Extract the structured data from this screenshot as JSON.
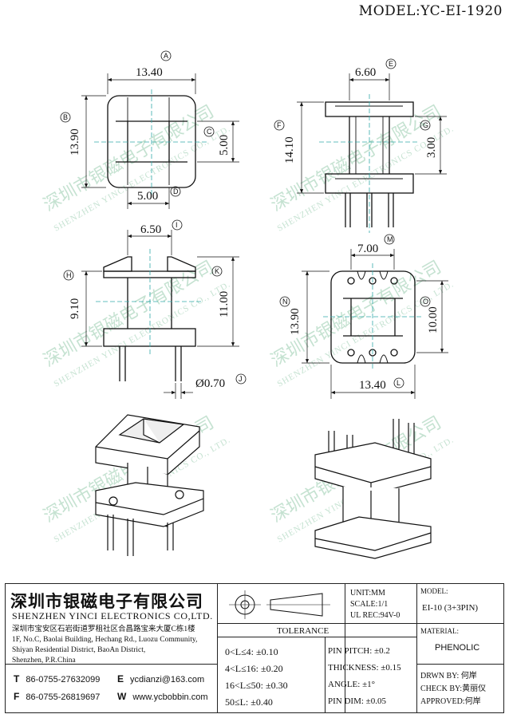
{
  "header": {
    "model_label": "MODEL:",
    "model_value": "YC-EI-1920"
  },
  "dimensions": {
    "top_width": "13.40",
    "top_height": "13.90",
    "top_center": "5.00",
    "top_bottom": "5.00",
    "side_width": "6.60",
    "side_height": "14.10",
    "side_right": "3.00",
    "front_width": "6.50",
    "front_left": "9.10",
    "front_right": "11.00",
    "pin_dia": "Ø0.70",
    "bottom_width_top": "7.00",
    "bottom_height": "13.90",
    "bottom_right": "10.00",
    "bottom_width": "13.40"
  },
  "markers": {
    "A": "A",
    "B": "B",
    "C": "C",
    "D": "D",
    "E": "E",
    "F": "F",
    "G": "G",
    "H": "H",
    "I": "I",
    "J": "J",
    "K": "K",
    "L": "L",
    "M": "M",
    "N": "N",
    "O": "O"
  },
  "watermark": {
    "cn": "深圳市银磁电子有限公司",
    "en": "SHENZHEN YINCI ELECTRONICS CO., LTD."
  },
  "title_block": {
    "company_cn": "深圳市银磁电子有限公司",
    "company_en": "SHENZHEN YINCI ELECTRONICS CO,LTD.",
    "address_cn": "深圳市宝安区石岩街道罗租社区合昌路宝来大厦C栋1楼",
    "address_en_1": "1F, No.C, Baolai Building, Hechang Rd., Luozu Community,",
    "address_en_2": "Shiyan Residential District, BaoAn District,",
    "address_en_3": "Shenzhen, P.R.China",
    "tel_label": "T",
    "tel": "86-0755-27632099",
    "fax_label": "F",
    "fax": "86-0755-26819697",
    "email_label": "E",
    "email": "ycdianzi@163.com",
    "web_label": "W",
    "web": "www.ycbobbin.com",
    "unit": "UNIT:MM",
    "scale": "SCALE:1/1",
    "ul_rec": "UL REC:94V-0",
    "tolerance_title": "TOLERANCE",
    "tol_rows": [
      "0<L≤4: ±0.10",
      "4<L≤16: ±0.20",
      "16<L≤50: ±0.30",
      "50≤L: ±0.40"
    ],
    "tol_right": [
      "PIN PITCH: ±0.2",
      "THICKNESS: ±0.15",
      "ANGLE: ±1°",
      "PIN DIM: ±0.05"
    ],
    "model_label": "MODEL:",
    "model_value": "EI-10 (3+3PIN)",
    "material_label": "MATERIAL:",
    "material_value": "PHENOLIC",
    "drwn_by": "DRWN BY: 何岸",
    "check_by": "CHECK BY:黄丽仪",
    "approved": "APPROVED:何岸"
  }
}
